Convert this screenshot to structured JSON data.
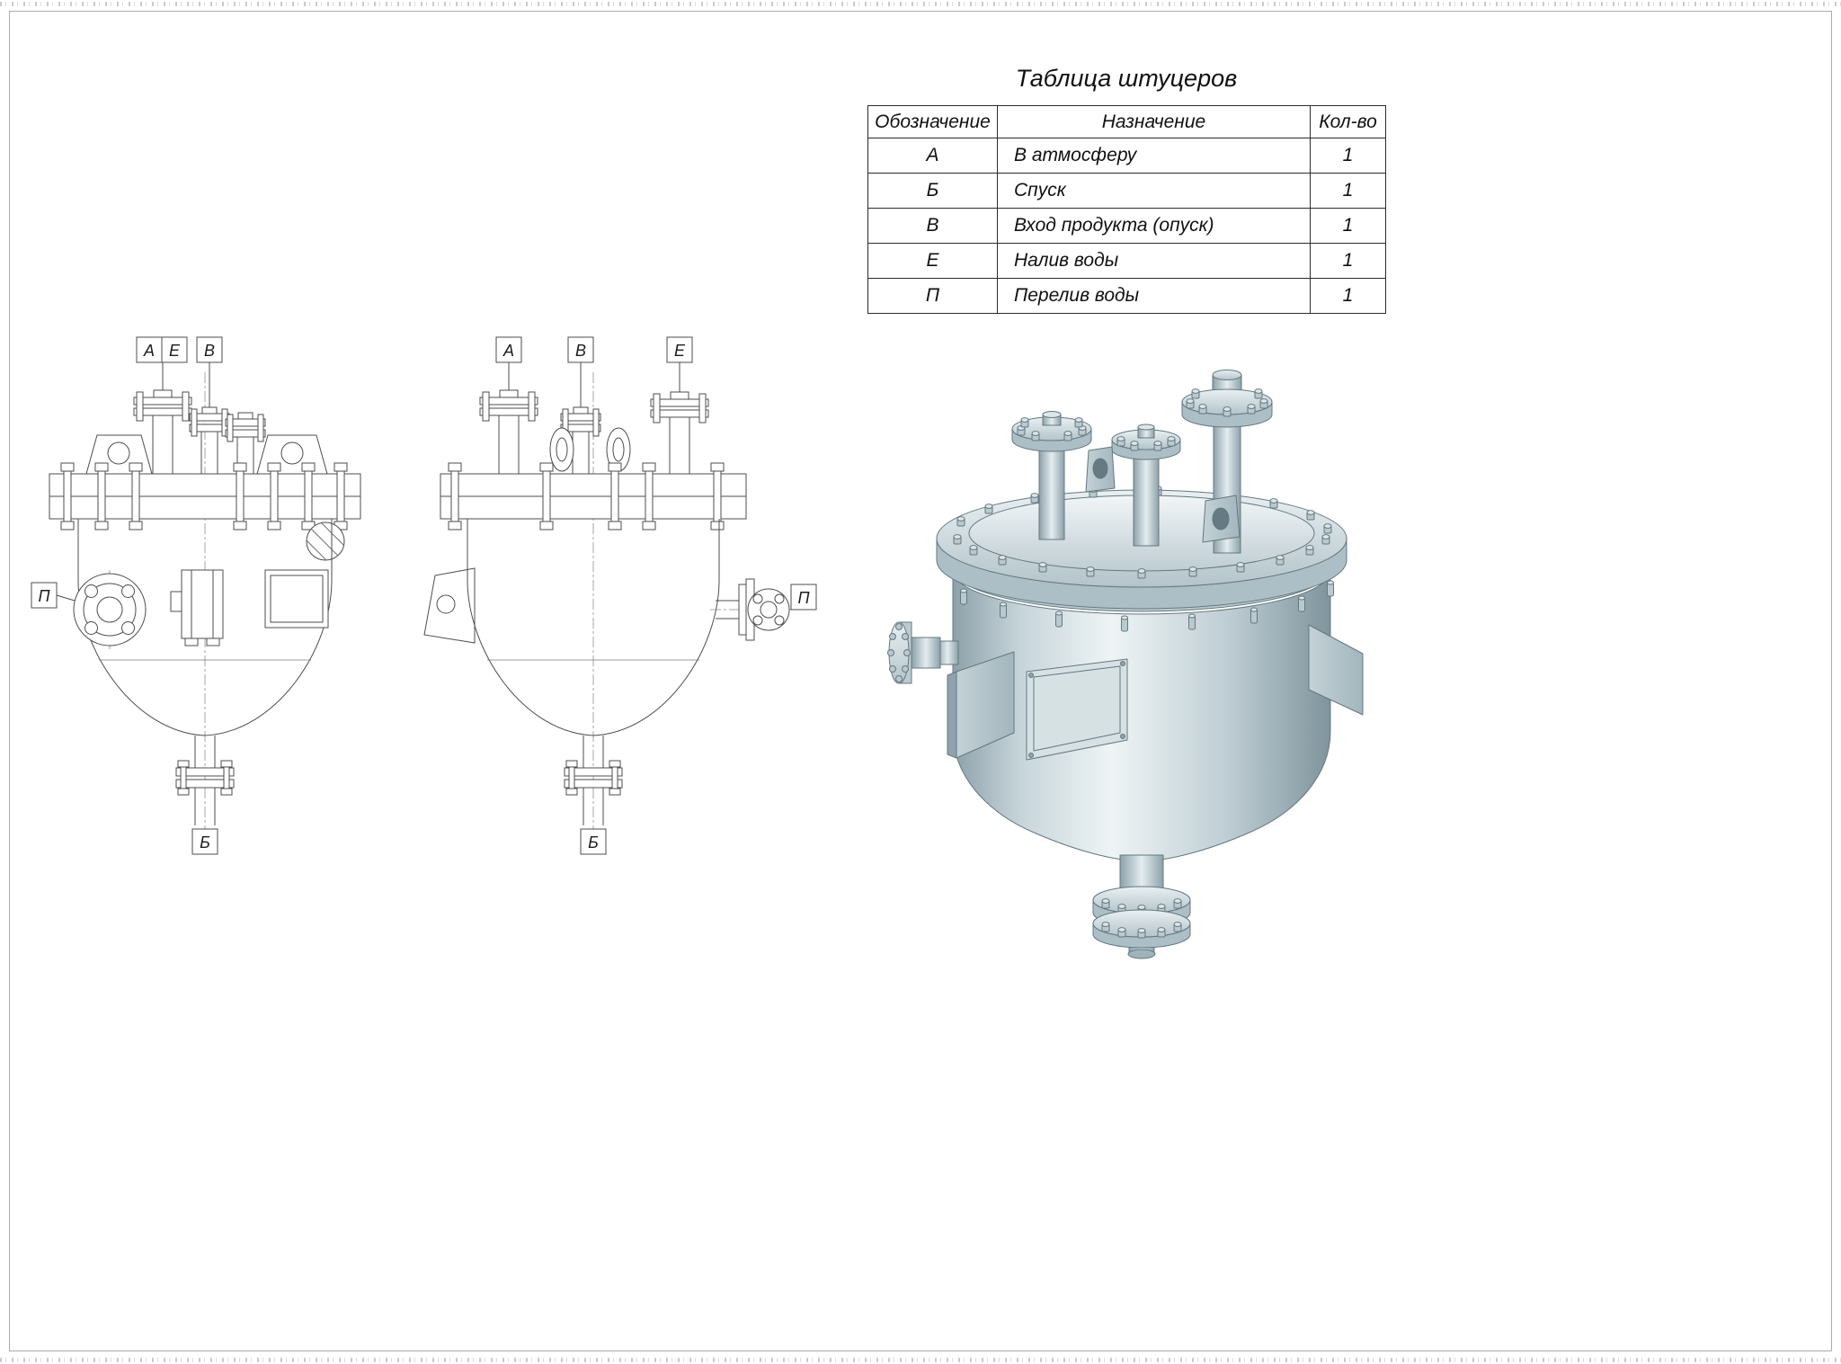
{
  "nozzle_table": {
    "title": "Таблица штуцеров",
    "columns": [
      "Обозначение",
      "Назначение",
      "Кол-во"
    ],
    "rows": [
      [
        "А",
        "В атмосферу",
        "1"
      ],
      [
        "Б",
        "Спуск",
        "1"
      ],
      [
        "В",
        "Вход продукта (опуск)",
        "1"
      ],
      [
        "Е",
        "Налив воды",
        "1"
      ],
      [
        "П",
        "Перелив воды",
        "1"
      ]
    ]
  },
  "front_view": {
    "top_labels": [
      "А",
      "Е",
      "В"
    ],
    "left_label": "П",
    "bottom_label": "Б"
  },
  "side_view": {
    "top_labels": [
      "А",
      "В",
      "Е"
    ],
    "right_label": "П",
    "bottom_label": "Б"
  }
}
